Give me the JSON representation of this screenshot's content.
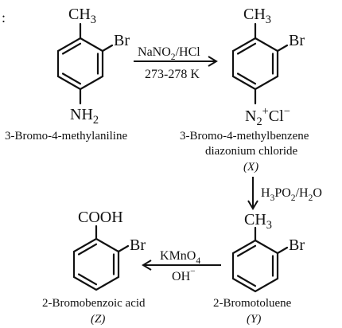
{
  "corner_mark": ":",
  "molecules": {
    "aniline": {
      "substituent_top": "CH3",
      "substituent_right": "Br",
      "substituent_bottom": "NH2",
      "name": "3-Bromo-4-methylaniline"
    },
    "diazonium": {
      "substituent_top": "CH3",
      "substituent_right": "Br",
      "substituent_bottom": "N2+Cl−",
      "name_line1": "3-Bromo-4-methylbenzene",
      "name_line2": "diazonium chloride",
      "tag": "(X)"
    },
    "bromotoluene": {
      "substituent_top": "CH3",
      "substituent_right": "Br",
      "name": "2-Bromotoluene",
      "tag": "(Y)"
    },
    "bromobenzoic": {
      "substituent_top": "COOH",
      "substituent_right": "Br",
      "name": "2-Bromobenzoic acid",
      "tag": "(Z)"
    }
  },
  "reagents": {
    "step1_top": "NaNO2/HCl",
    "step1_bottom": "273-278 K",
    "step2": "H3PO2/H2O",
    "step3_top": "KMnO4",
    "step3_bottom": "OH−"
  }
}
